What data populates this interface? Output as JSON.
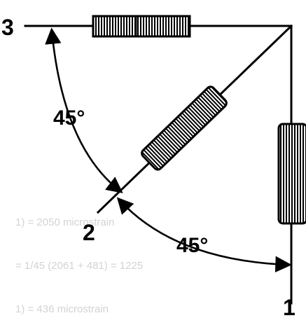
{
  "diagram": {
    "gauge_labels": {
      "g1": "1",
      "g2": "2",
      "g3": "3"
    },
    "angles": {
      "upper": "45°",
      "lower": "45°"
    },
    "faint_background": {
      "line1": "1) = 2050 microstrain",
      "line2": "= 1/45 (2061 + 481) = 1225",
      "line3": "1) = 436 microstrain"
    },
    "colors": {
      "ink": "#000000",
      "ghost": "#d3d3d3"
    }
  }
}
